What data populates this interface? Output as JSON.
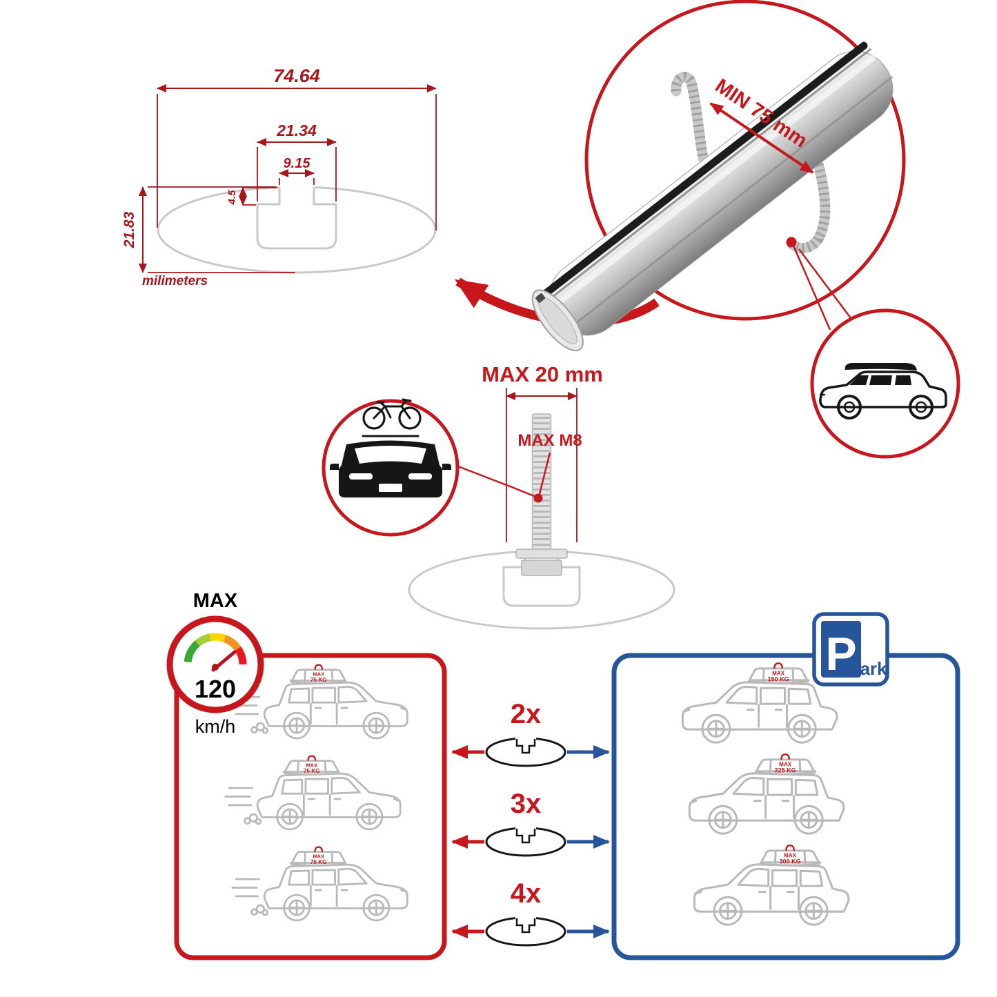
{
  "colors": {
    "red": "#c8161d",
    "dim_red": "#a8161c",
    "blue": "#27559b",
    "grey_line": "#c9c9c9",
    "dark": "#161616"
  },
  "cross_section": {
    "total_width": "74.64",
    "channel_width": "21.34",
    "slot_width": "9.15",
    "lip_depth": "4.5",
    "total_height": "21.83",
    "units": "milimeters"
  },
  "bar_detail": {
    "min_label": "MIN 75 mm"
  },
  "bolt_detail": {
    "max_length": "MAX 20 mm",
    "max_thread": "MAX M8"
  },
  "speed_limit": {
    "label": "MAX",
    "value": "120",
    "units": "km/h"
  },
  "driving_cars": [
    {
      "load_max": "MAX",
      "load": "75 KG"
    },
    {
      "load_max": "MAX",
      "load": "75 KG"
    },
    {
      "load_max": "MAX",
      "load": "75 KG"
    }
  ],
  "bar_counts": [
    "2x",
    "3x",
    "4x"
  ],
  "parked_cars": [
    {
      "load_max": "MAX",
      "load": "150 KG"
    },
    {
      "load_max": "MAX",
      "load": "225 KG"
    },
    {
      "load_max": "MAX",
      "load": "300 KG"
    }
  ],
  "park_sign": {
    "letter": "P",
    "suffix": "ark"
  }
}
